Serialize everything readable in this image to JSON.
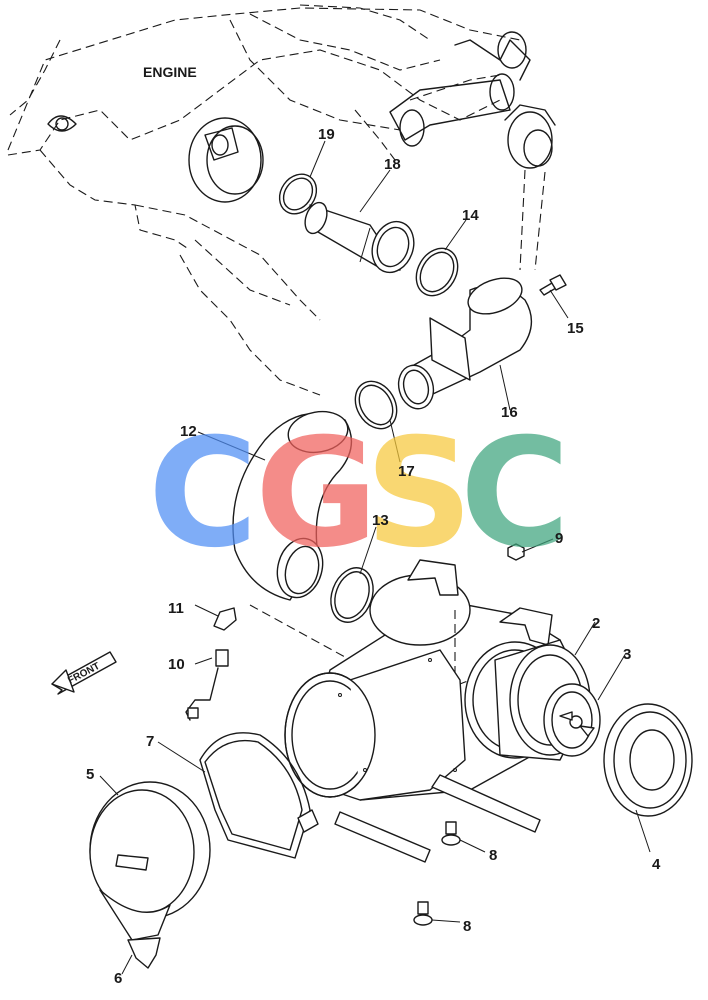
{
  "title": "ENGINE",
  "front_label": "FRONT",
  "watermark": {
    "letters": [
      "C",
      "G",
      "S",
      "C"
    ],
    "colors": [
      "#4f8ef5",
      "#f0605c",
      "#f7c93c",
      "#3ea57d"
    ]
  },
  "parts": [
    "2",
    "3",
    "4",
    "5",
    "6",
    "7",
    "8",
    "8",
    "9",
    "10",
    "11",
    "12",
    "13",
    "14",
    "15",
    "16",
    "17",
    "18",
    "19"
  ]
}
